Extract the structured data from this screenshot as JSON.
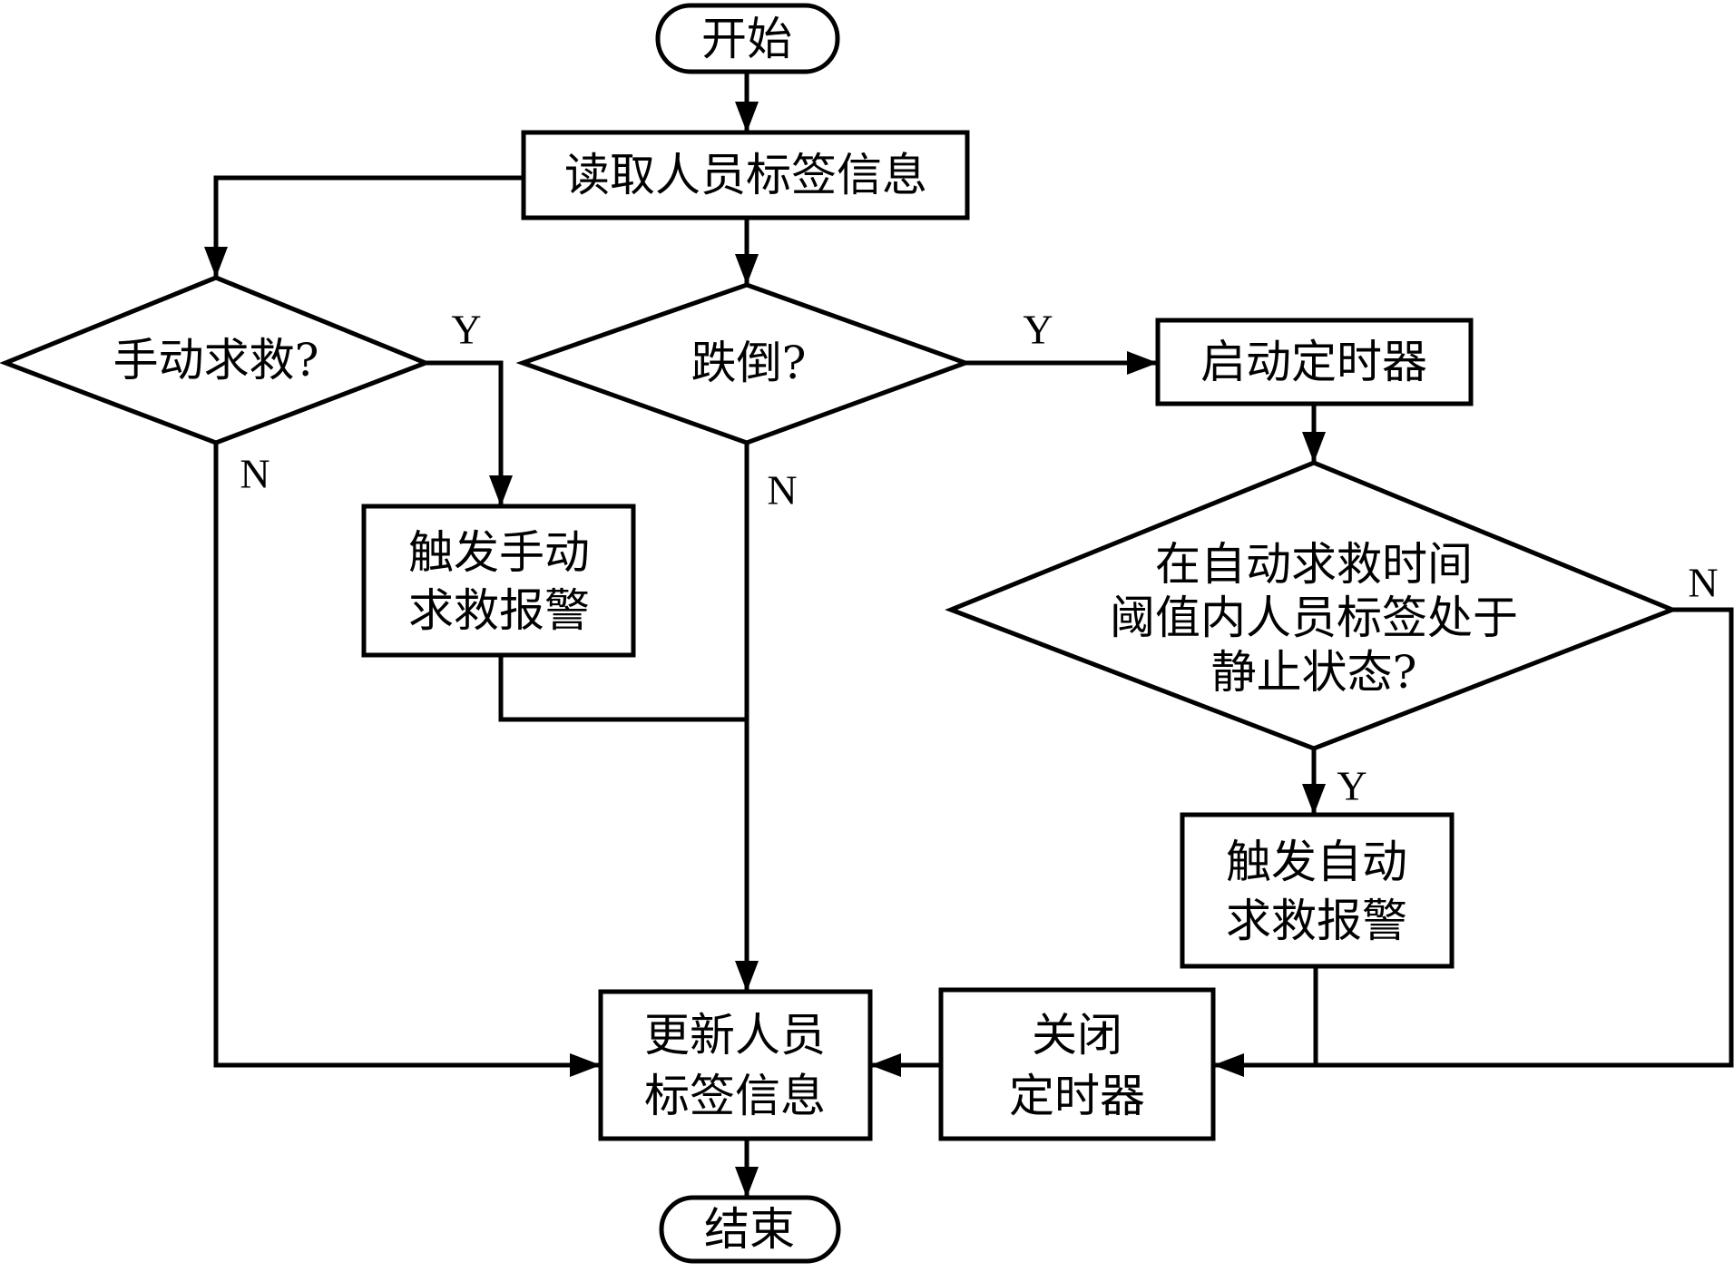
{
  "diagram": {
    "type": "flowchart",
    "nodes": {
      "start": {
        "kind": "terminator",
        "lines": [
          "开始"
        ]
      },
      "read_tag": {
        "kind": "process",
        "lines": [
          "读取人员标签信息"
        ]
      },
      "manual_help": {
        "kind": "decision",
        "lines": [
          "手动求救?"
        ]
      },
      "fall": {
        "kind": "decision",
        "lines": [
          "跌倒?"
        ]
      },
      "start_timer": {
        "kind": "process",
        "lines": [
          "启动定时器"
        ]
      },
      "static_check": {
        "kind": "decision",
        "lines": [
          "在自动求救时间",
          "阈值内人员标签处于",
          "静止状态?"
        ]
      },
      "manual_alarm": {
        "kind": "process",
        "lines": [
          "触发手动",
          "求救报警"
        ]
      },
      "auto_alarm": {
        "kind": "process",
        "lines": [
          "触发自动",
          "求救报警"
        ]
      },
      "close_timer": {
        "kind": "process",
        "lines": [
          "关闭",
          "定时器"
        ]
      },
      "update_tag": {
        "kind": "process",
        "lines": [
          "更新人员",
          "标签信息"
        ]
      },
      "end": {
        "kind": "terminator",
        "lines": [
          "结束"
        ]
      }
    },
    "edges": [
      {
        "from": "start",
        "to": "read_tag",
        "label": ""
      },
      {
        "from": "read_tag",
        "to": "manual_help",
        "label": ""
      },
      {
        "from": "read_tag",
        "to": "fall",
        "label": ""
      },
      {
        "from": "manual_help",
        "to": "manual_alarm",
        "label": "Y"
      },
      {
        "from": "manual_help",
        "to": "update_tag",
        "label": "N"
      },
      {
        "from": "fall",
        "to": "start_timer",
        "label": "Y"
      },
      {
        "from": "fall",
        "to": "update_tag",
        "label": "N"
      },
      {
        "from": "manual_alarm",
        "to": "update_tag",
        "label": ""
      },
      {
        "from": "start_timer",
        "to": "static_check",
        "label": ""
      },
      {
        "from": "static_check",
        "to": "auto_alarm",
        "label": "Y"
      },
      {
        "from": "static_check",
        "to": "close_timer",
        "label": "N"
      },
      {
        "from": "auto_alarm",
        "to": "close_timer",
        "label": ""
      },
      {
        "from": "close_timer",
        "to": "update_tag",
        "label": ""
      },
      {
        "from": "update_tag",
        "to": "end",
        "label": ""
      }
    ],
    "labels": {
      "manual_yes": "Y",
      "manual_no": "N",
      "fall_yes": "Y",
      "fall_no": "N",
      "static_yes": "Y",
      "static_no": "N"
    }
  }
}
